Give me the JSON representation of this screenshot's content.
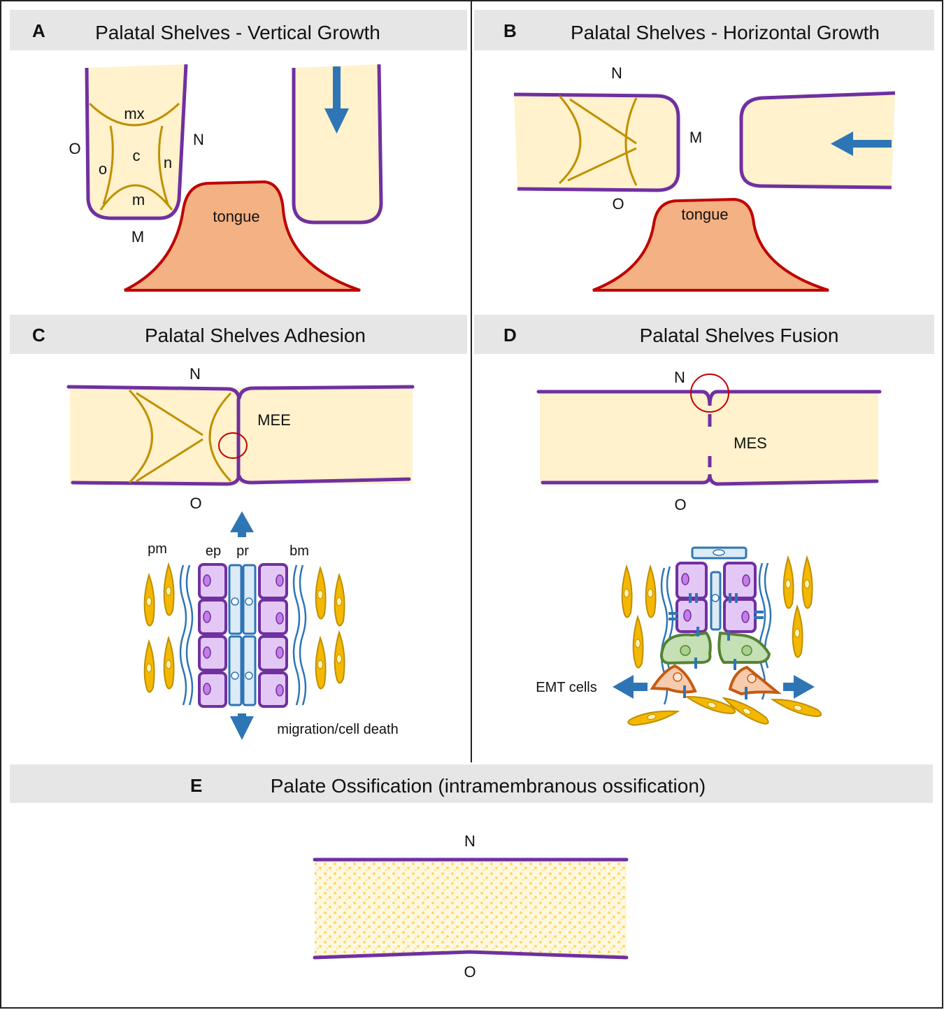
{
  "panels": {
    "A": {
      "letter": "A",
      "title": "Palatal Shelves - Vertical Growth",
      "labels": {
        "mx": "mx",
        "O": "O",
        "N": "N",
        "c": "c",
        "o": "o",
        "n": "n",
        "m": "m",
        "M": "M",
        "tongue": "tongue"
      }
    },
    "B": {
      "letter": "B",
      "title": "Palatal Shelves - Horizontal Growth",
      "labels": {
        "N": "N",
        "M": "M",
        "O": "O",
        "tongue": "tongue"
      }
    },
    "C": {
      "letter": "C",
      "title": "Palatal Shelves Adhesion",
      "labels": {
        "N": "N",
        "MEE": "MEE",
        "O": "O",
        "pm": "pm",
        "ep": "ep",
        "pr": "pr",
        "bm": "bm",
        "migration": "migration/cell death"
      }
    },
    "D": {
      "letter": "D",
      "title": "Palatal Shelves Fusion",
      "labels": {
        "N": "N",
        "MES": "MES",
        "O": "O",
        "emt": "EMT cells"
      }
    },
    "E": {
      "letter": "E",
      "title": "Palate Ossification (intramembranous ossification)",
      "labels": {
        "N": "N",
        "O": "O"
      }
    }
  },
  "colors": {
    "epithelium": "#7030a0",
    "mesenchyme": "#fff2cc",
    "tongue": "#f4b183",
    "arrow": "#2e75b6",
    "header": "#e6e6e6"
  }
}
